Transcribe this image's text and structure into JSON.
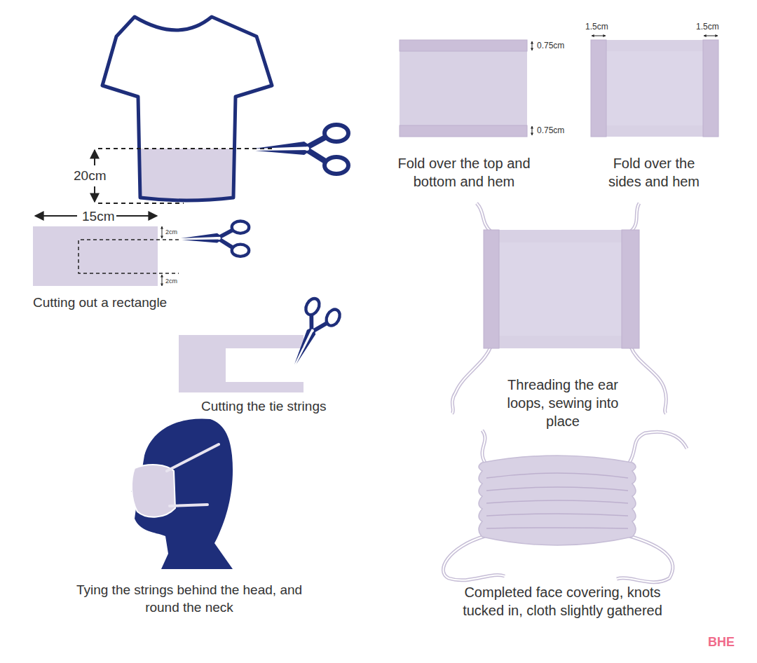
{
  "diagram": {
    "labels": [
      "20cm",
      "15cm",
      "2cm",
      "2cm",
      "Cutting out a rectangle",
      "Cutting the tie strings",
      "Tying the strings behind the head, and round the neck",
      "0.75cm",
      "0.75cm",
      "Fold over the top and bottom and hem",
      "1.5cm",
      "1.5cm",
      "Fold over the sides and hem",
      "Threading the ear loops, sewing into place",
      "Completed face covering, knots tucked in, cloth slightly gathered",
      "BHE"
    ]
  }
}
